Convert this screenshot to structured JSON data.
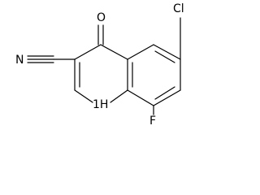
{
  "structure": {
    "atom_labels": {
      "chlorine": "Cl",
      "oxygen": "O",
      "nitrogen_nitrile": "N",
      "fluorine": "F",
      "ring_nh": "1H"
    }
  }
}
